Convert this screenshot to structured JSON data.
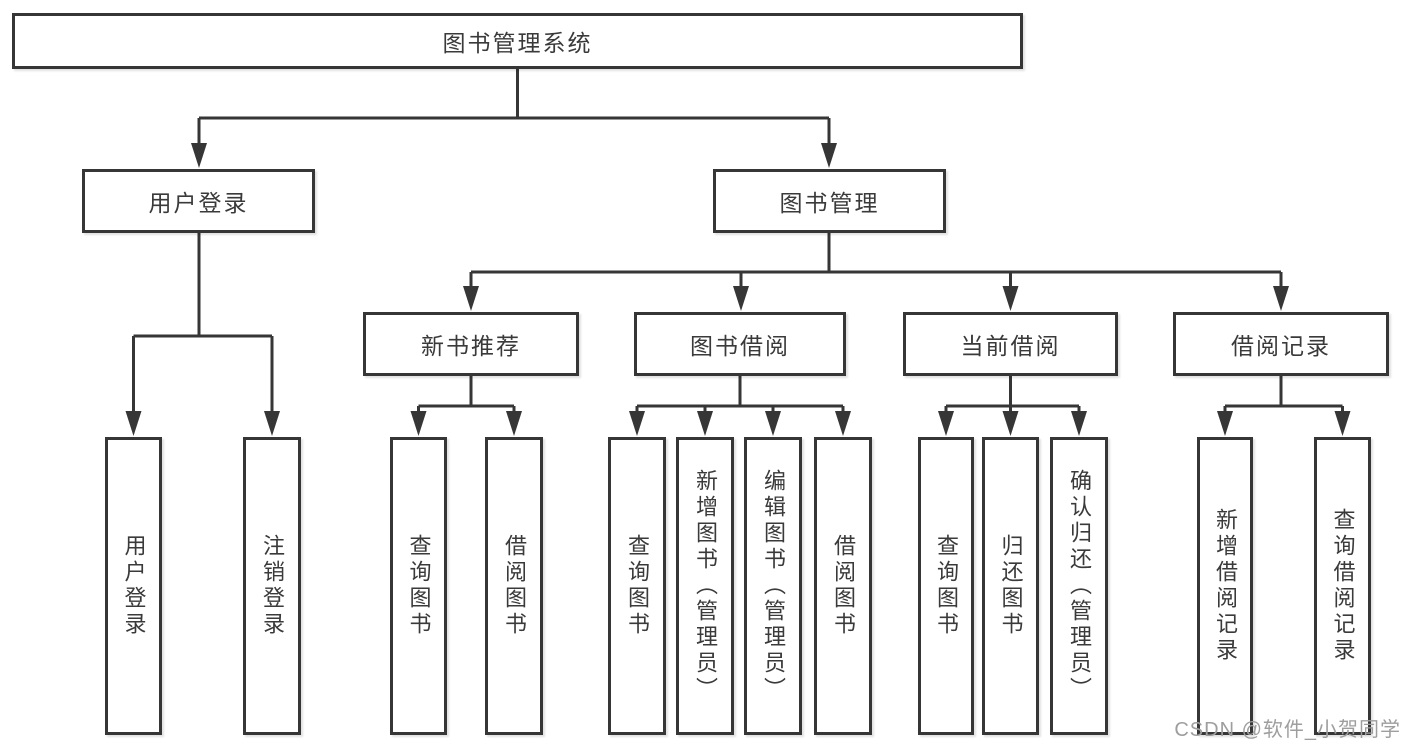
{
  "tree": {
    "label": "图书管理系统",
    "children": [
      {
        "label": "用户登录",
        "children": [
          {
            "label": "用户登录"
          },
          {
            "label": "注销登录"
          }
        ]
      },
      {
        "label": "图书管理",
        "children": [
          {
            "label": "新书推荐",
            "children": [
              {
                "label": "查询图书"
              },
              {
                "label": "借阅图书"
              }
            ]
          },
          {
            "label": "图书借阅",
            "children": [
              {
                "label": "查询图书"
              },
              {
                "label": "新增图书（管理员）"
              },
              {
                "label": "编辑图书（管理员）"
              },
              {
                "label": "借阅图书"
              }
            ]
          },
          {
            "label": "当前借阅",
            "children": [
              {
                "label": "查询图书"
              },
              {
                "label": "归还图书"
              },
              {
                "label": "确认归还（管理员）"
              }
            ]
          },
          {
            "label": "借阅记录",
            "children": [
              {
                "label": "新增借阅记录"
              },
              {
                "label": "查询借阅记录"
              }
            ]
          }
        ]
      }
    ]
  },
  "watermark": {
    "text": "CSDN @软件_小贺同学"
  },
  "colors": {
    "line": "#363636",
    "box_border": "#363636",
    "text": "#3a3a3a",
    "watermark": "#9e9e9e",
    "background": "#ffffff"
  }
}
